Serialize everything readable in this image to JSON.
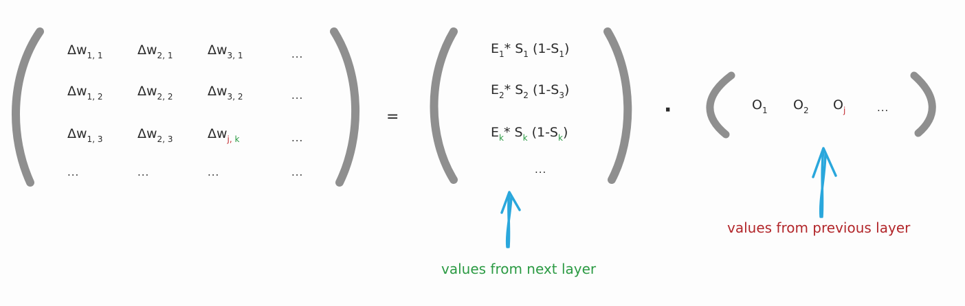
{
  "matrix_dw": {
    "symbol": "Δw",
    "rows": [
      [
        {
          "s1": "1",
          "sep": ",",
          "s2": "1"
        },
        {
          "s1": "2",
          "sep": ",",
          "s2": "1"
        },
        {
          "s1": "3",
          "sep": ",",
          "s2": "1"
        },
        {
          "text": "..."
        }
      ],
      [
        {
          "s1": "1",
          "sep": ",",
          "s2": "2"
        },
        {
          "s1": "2",
          "sep": ",",
          "s2": "2"
        },
        {
          "s1": "3",
          "sep": ",",
          "s2": "2"
        },
        {
          "text": "..."
        }
      ],
      [
        {
          "s1": "1",
          "sep": ",",
          "s2": "3"
        },
        {
          "s1": "2",
          "sep": ",",
          "s2": "3"
        },
        {
          "s1": "j",
          "sep": ",",
          "s2": "k"
        },
        {
          "text": "..."
        }
      ],
      [
        {
          "text": "..."
        },
        {
          "text": "..."
        },
        {
          "text": "..."
        },
        {
          "text": "..."
        }
      ]
    ]
  },
  "equals": "=",
  "dot": "·",
  "error_vector": {
    "rows": [
      {
        "E": "E",
        "e_sub": "1",
        "mul": "*",
        "S": "S",
        "s_sub": "1",
        "mid": "(1-S",
        "s2_sub": "1",
        "close": ")"
      },
      {
        "E": "E",
        "e_sub": "2",
        "mul": "*",
        "S": "S",
        "s_sub": "2",
        "mid": "(1-S",
        "s2_sub": "3",
        "close": ")"
      },
      {
        "E": "E",
        "e_sub": "k",
        "mul": "*",
        "S": "S",
        "s_sub": "k",
        "mid": "(1-S",
        "s2_sub": "k",
        "close": ")"
      }
    ],
    "ellipsis": "..."
  },
  "output_vector": {
    "symbol": "O",
    "subs": [
      "1",
      "2",
      "j"
    ],
    "ellipsis": "..."
  },
  "labels": {
    "next_layer": "values from next layer",
    "previous_layer": "values from previous layer"
  },
  "colors": {
    "bracket": "#8f8f8f",
    "arrow": "#2aa7dc",
    "green": "#2b9a43",
    "red": "#c0282d"
  }
}
